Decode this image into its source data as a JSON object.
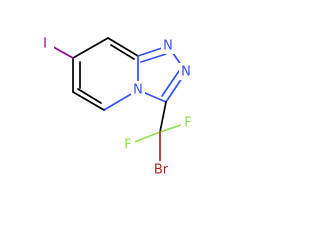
{
  "molecule": {
    "atoms": {
      "iodine": {
        "label": "I",
        "color": "#940094"
      },
      "n_bridge": {
        "label": "N",
        "color": "#3050f8"
      },
      "n_top1": {
        "label": "N",
        "color": "#3050f8"
      },
      "n_top2": {
        "label": "N",
        "color": "#3050f8"
      },
      "fluorine_left": {
        "label": "F",
        "color": "#90e050"
      },
      "fluorine_right": {
        "label": "F",
        "color": "#90e050"
      },
      "bromine": {
        "label": "Br",
        "color": "#a62929"
      }
    }
  }
}
